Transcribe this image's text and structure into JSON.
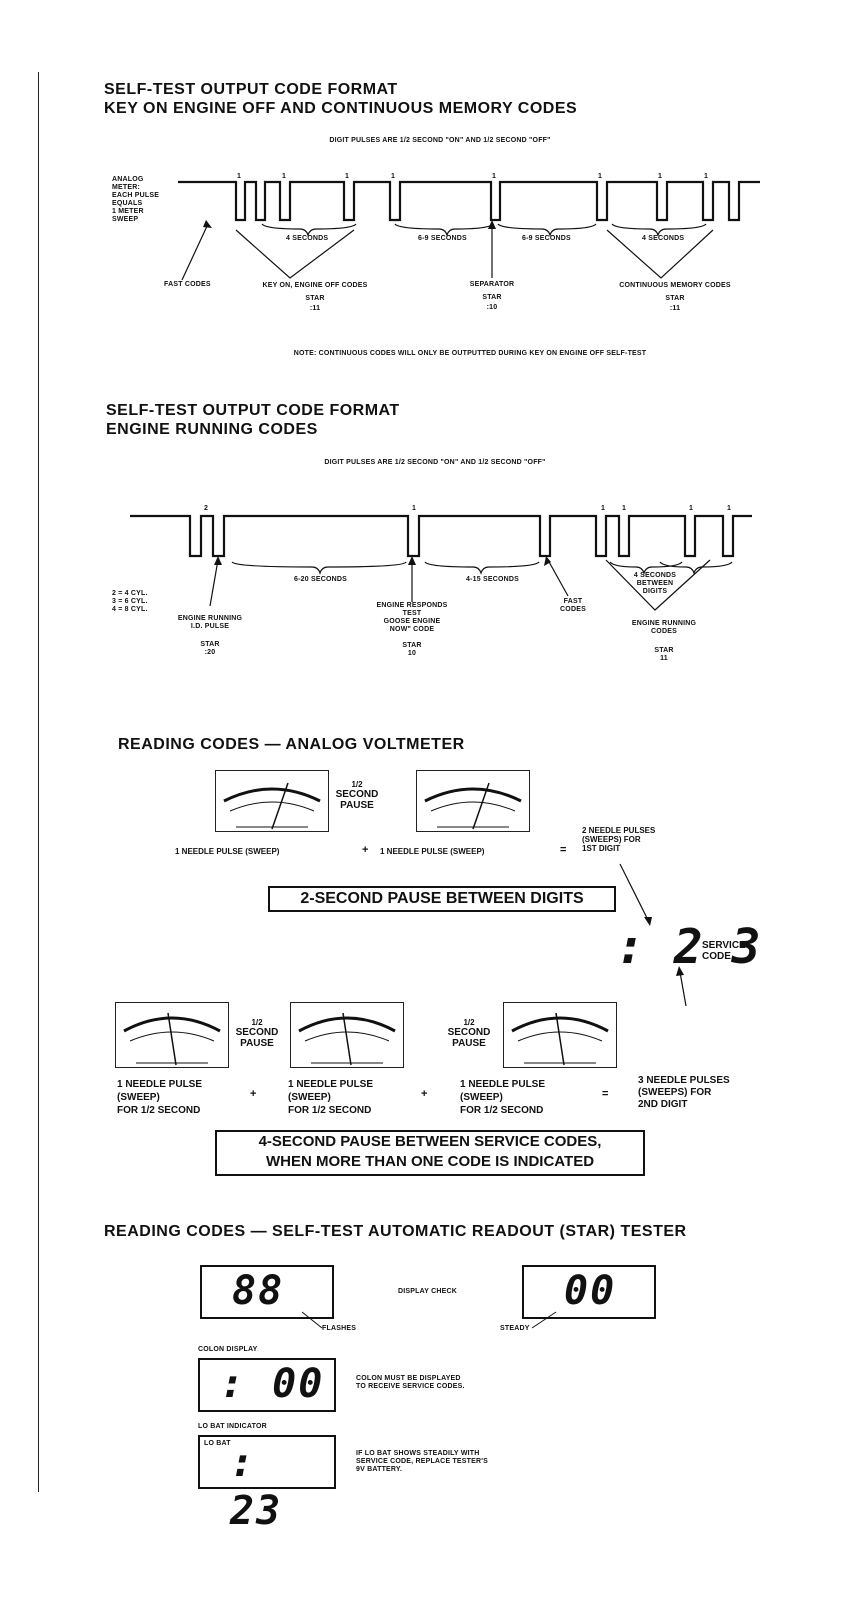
{
  "section1": {
    "title_line1": "SELF-TEST OUTPUT CODE FORMAT",
    "title_line2": "KEY ON ENGINE OFF AND CONTINUOUS MEMORY CODES",
    "digit_pulses_note": "DIGIT PULSES ARE 1/2 SECOND \"ON\" AND 1/2 SECOND \"OFF\"",
    "analog_meter_label": [
      "ANALOG",
      "METER:",
      "EACH PULSE",
      "EQUALS",
      "1 METER",
      "SWEEP"
    ],
    "pulse_marks": [
      "1",
      "1",
      "1",
      "1",
      "1",
      "1",
      "1",
      "1"
    ],
    "intervals": [
      "4 SECONDS",
      "6-9 SECONDS",
      "6-9 SECONDS",
      "4 SECONDS"
    ],
    "fast_codes": "FAST CODES",
    "koeo_codes": "KEY ON, ENGINE OFF CODES",
    "separator": "SEPARATOR",
    "continuous_codes": "CONTINUOUS MEMORY CODES",
    "star": "STAR",
    "star_codes": [
      ":11",
      ":10",
      ":11"
    ],
    "note": "NOTE: CONTINUOUS CODES WILL ONLY BE OUTPUTTED DURING KEY ON ENGINE OFF SELF-TEST"
  },
  "section2": {
    "title_line1": "SELF-TEST OUTPUT CODE FORMAT",
    "title_line2": "ENGINE RUNNING CODES",
    "digit_pulses_note": "DIGIT PULSES ARE 1/2 SECOND \"ON\" AND 1/2 SECOND \"OFF\"",
    "pulse_marks": [
      "2",
      "1",
      "1",
      "1",
      "1",
      "1"
    ],
    "intervals": [
      "6-20 SECONDS",
      "4-15 SECONDS",
      "4 SECONDS",
      "BETWEEN",
      "DIGITS"
    ],
    "cyl_labels": [
      "2 = 4 CYL.",
      "3 = 6 CYL.",
      "4 = 8 CYL."
    ],
    "engine_running_id": [
      "ENGINE RUNNING",
      "I.D. PULSE"
    ],
    "engine_responds": [
      "ENGINE RESPONDS",
      "TEST",
      "GOOSE ENGINE",
      "NOW\" CODE"
    ],
    "fast_codes": [
      "FAST",
      "CODES"
    ],
    "engine_running_codes": [
      "ENGINE RUNNING",
      "CODES"
    ],
    "star": "STAR",
    "star_codes": [
      ":20",
      "10",
      "11"
    ]
  },
  "section3": {
    "title": "READING CODES — ANALOG VOLTMETER",
    "half_second_pause": [
      "1/2",
      "SECOND",
      "PAUSE"
    ],
    "pulse_equation": [
      "1 NEEDLE PULSE (SWEEP)",
      "+",
      "1 NEEDLE PULSE (SWEEP)",
      "="
    ],
    "first_digit": [
      "2 NEEDLE PULSES",
      "(SWEEPS) FOR",
      "1ST DIGIT"
    ],
    "two_second_pause": "2-SECOND PAUSE BETWEEN DIGITS",
    "service_code_value": ": 2 3",
    "service_code_label": [
      "SERVICE",
      "CODE"
    ],
    "needle_pulse_block": [
      "1 NEEDLE PULSE",
      "(SWEEP)",
      "FOR 1/2 SECOND"
    ],
    "plus": "+",
    "equals": "=",
    "second_digit": [
      "3 NEEDLE PULSES",
      "(SWEEPS) FOR",
      "2ND DIGIT"
    ],
    "four_second_pause": [
      "4-SECOND PAUSE BETWEEN SERVICE CODES,",
      "WHEN MORE THAN ONE CODE IS INDICATED"
    ]
  },
  "section4": {
    "title": "READING CODES — SELF-TEST AUTOMATIC READOUT (STAR) TESTER",
    "display_88": "88",
    "display_check": "DISPLAY CHECK",
    "display_00": "00",
    "flashes": "FLASHES",
    "steady": "STEADY",
    "colon_display_label": "COLON DISPLAY",
    "colon_display_value": ": 00",
    "colon_note": [
      "COLON MUST BE DISPLAYED",
      "TO RECEIVE SERVICE CODES."
    ],
    "lo_bat_indicator": "LO BAT INDICATOR",
    "lo_bat": "LO BAT",
    "lo_bat_value": ": 23",
    "lo_bat_note": [
      "IF LO BAT SHOWS STEADILY WITH",
      "SERVICE CODE, REPLACE TESTER'S",
      "9V BATTERY."
    ]
  }
}
